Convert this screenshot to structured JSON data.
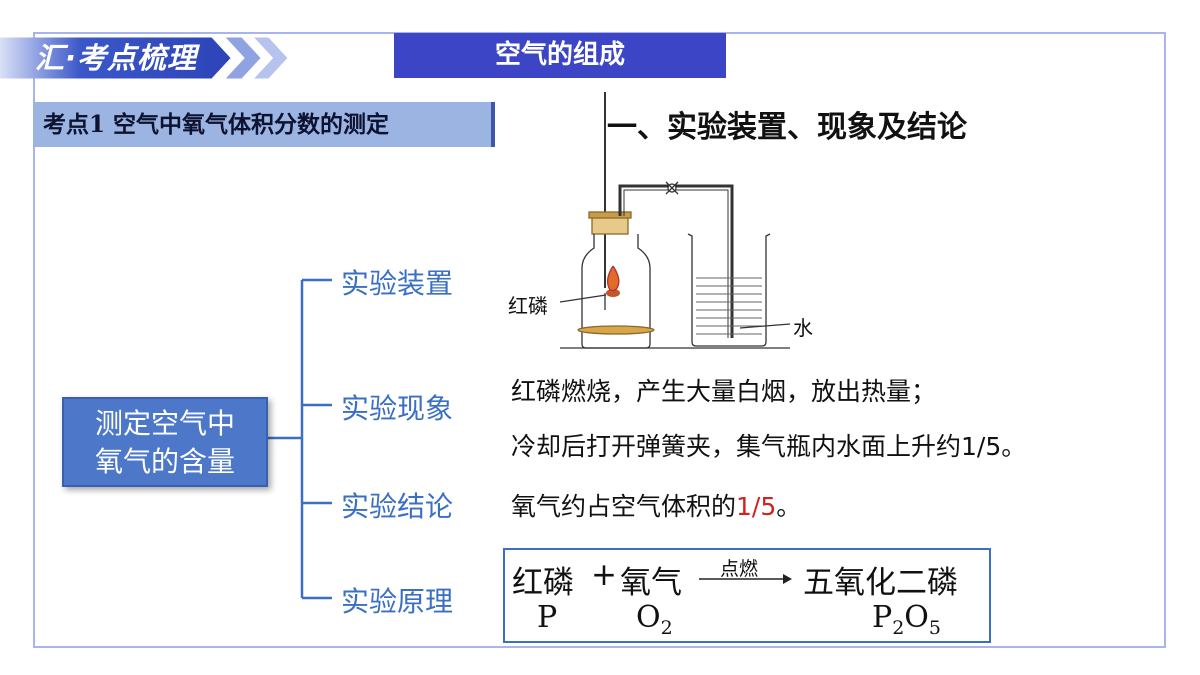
{
  "header": {
    "banner_title": "汇·考点梳理",
    "topic_title": "空气的组成"
  },
  "section": {
    "title": "考点1 空气中氧气体积分数的测定",
    "heading": "一、实验装置、现象及结论"
  },
  "mindmap": {
    "center_line1": "测定空气中",
    "center_line2": "氧气的含量",
    "branches": [
      "实验装置",
      "实验现象",
      "实验结论",
      "实验原理"
    ]
  },
  "apparatus": {
    "label_phosphorus": "红磷",
    "label_water": "水"
  },
  "phenomenon": {
    "line1": "红磷燃烧，产生大量白烟，放出热量；",
    "line2": "冷却后打开弹簧夹，集气瓶内水面上升约1/5。"
  },
  "conclusion": {
    "prefix": "氧气约占空气体积的",
    "fraction": "1/5",
    "suffix": "。"
  },
  "principle": {
    "reactant1": "红磷",
    "plus": "+",
    "reactant2": "氧气",
    "condition": "点燃",
    "product": "五氧化二磷",
    "formula_p": "P",
    "formula_o": "O",
    "formula_o_sub": "2",
    "formula_p2o5_p": "P",
    "formula_p2o5_sub1": "2",
    "formula_p2o5_o": "O",
    "formula_p2o5_sub2": "5"
  },
  "colors": {
    "accent_blue": "#3c45c6",
    "branch_blue": "#3a6fc4",
    "highlight_red": "#d42020"
  }
}
